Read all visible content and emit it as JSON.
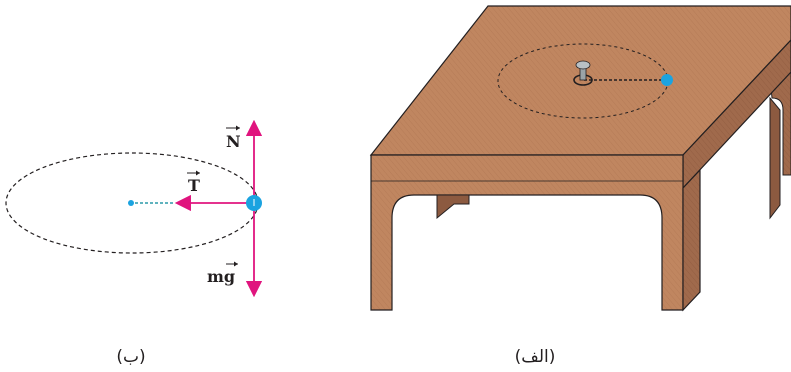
{
  "panel_b": {
    "caption": "(ب)",
    "force_labels": {
      "normal": "N",
      "tension": "T",
      "weight": "mg"
    }
  },
  "panel_a": {
    "caption": "(الف)"
  },
  "colors": {
    "force_arrow": "#e0147e",
    "ball": "#1ba3e0",
    "table_top": "#c38a62",
    "table_side": "#a0674a",
    "outline": "#231f20",
    "path_dash": "#231f20",
    "string_dash": "#2b9aa8"
  }
}
